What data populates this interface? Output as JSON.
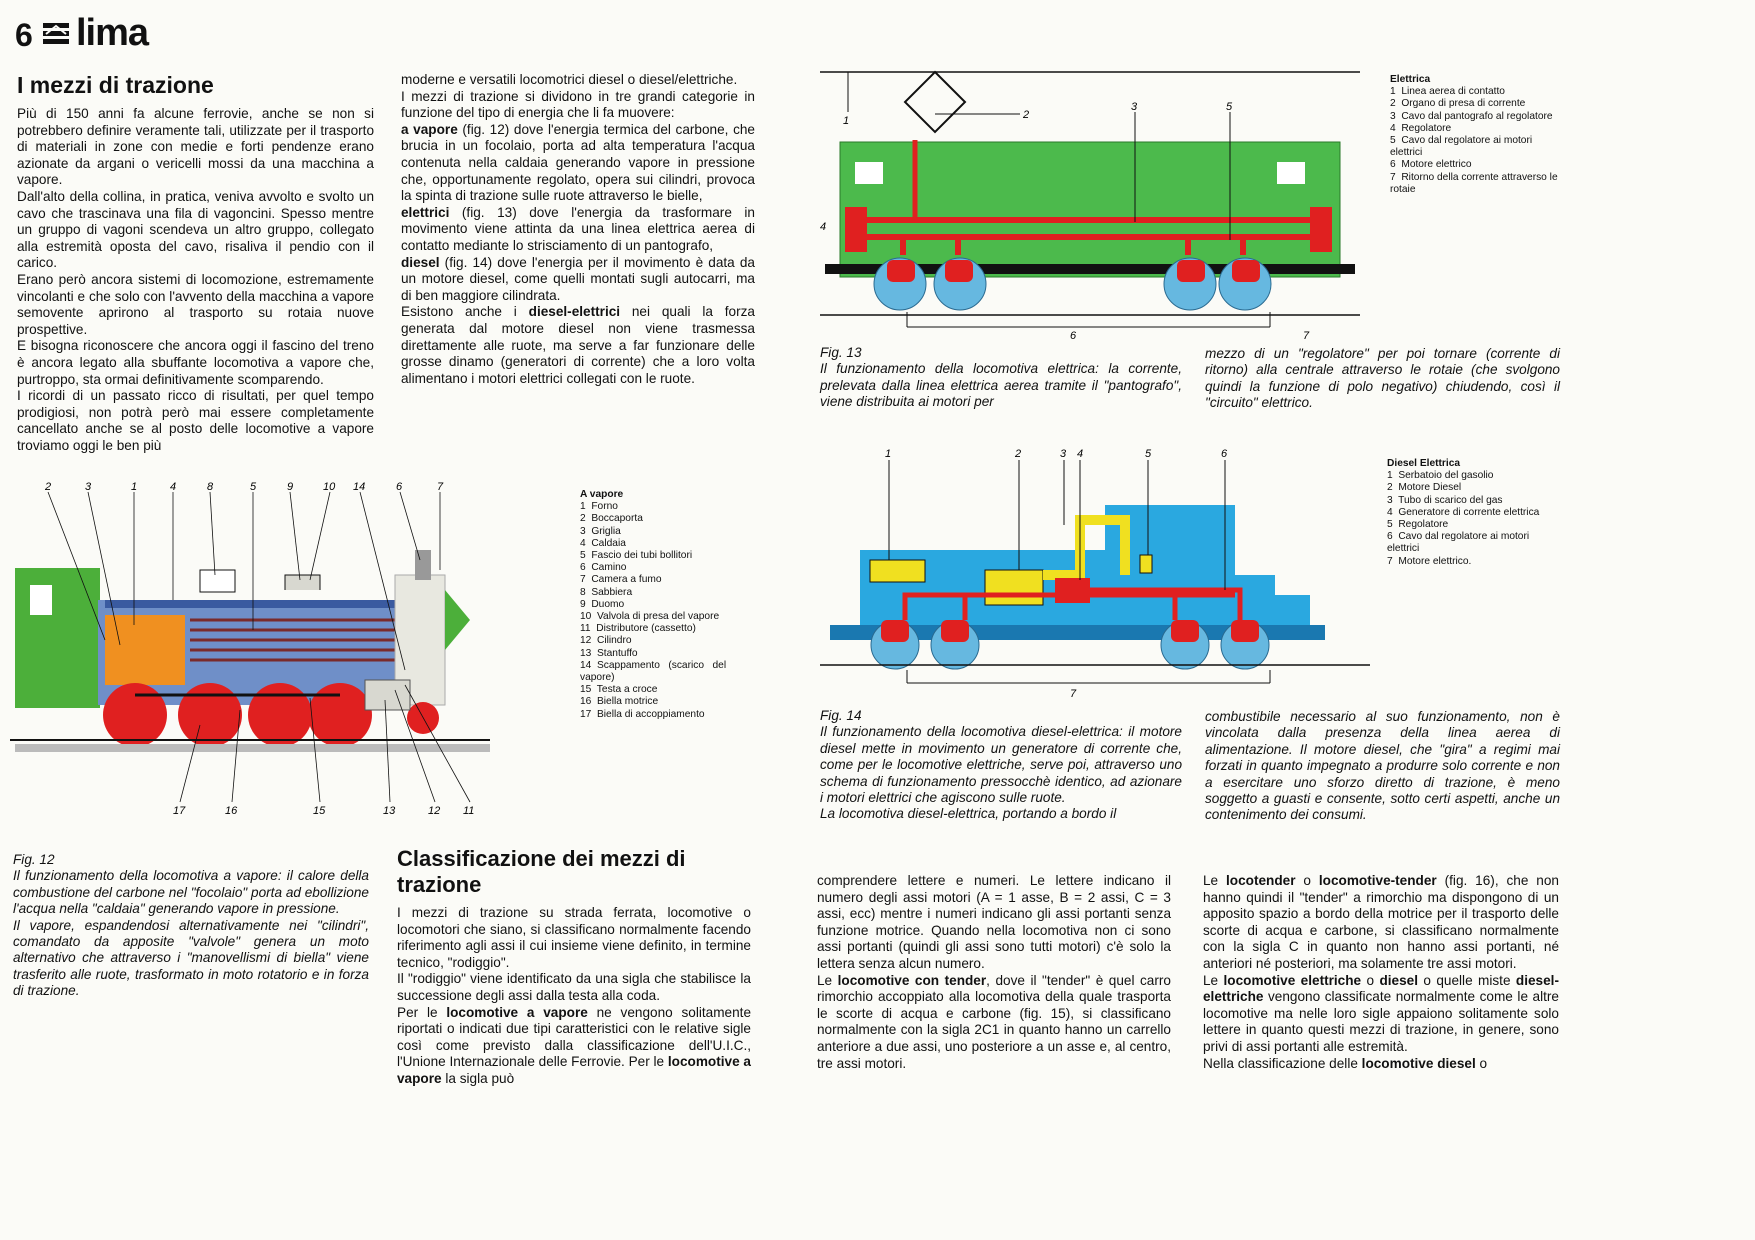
{
  "header": {
    "page_number": "6",
    "logo": "lima"
  },
  "title": "I mezzi di trazione",
  "col1": [
    "Più di 150 anni fa alcune ferrovie, anche se non si potrebbero definire veramente tali, utilizzate per il trasporto di materiali in zone con medie e forti pendenze erano azionate da argani o vericelli mossi da una macchina a vapore.",
    "Dall'alto della collina, in pratica, veniva avvolto e svolto un cavo che trascinava una fila di vagoncini. Spesso mentre un gruppo di vagoni scendeva un altro gruppo, collegato alla estremità oposta del cavo, risaliva il pendio con il carico.",
    "Erano però ancora sistemi di locomozione, estremamente vincolanti e che solo con l'avvento della macchina a vapore semovente aprirono al trasporto su rotaia nuove prospettive.",
    "E bisogna riconoscere che ancora oggi il fascino del treno è ancora legato alla sbuffante locomotiva a vapore che, purtroppo, sta ormai definitivamente scomparendo.",
    "I ricordi di un passato ricco di risultati, per quel tempo prodigiosi, non potrà però mai essere completamente cancellato anche se al posto delle locomotive a vapore troviamo oggi le ben più"
  ],
  "col2": {
    "p1": "moderne e versatili locomotrici diesel o diesel/elettriche.",
    "p2": "I mezzi di trazione si dividono in tre grandi categorie in funzione del tipo di energia che li fa muovere:",
    "steam_b": "a vapore",
    "steam_t": " (fig. 12) dove l'energia termica del carbone, che brucia in un focolaio, porta ad alta temperatura l'acqua contenuta nella caldaia generando vapore in pressione che, opportunamente regolato, opera sui cilindri, provoca la spinta di trazione sulle ruote attraverso le bielle,",
    "elec_b": "elettrici",
    "elec_t": " (fig. 13) dove l'energia da trasformare in movimento viene attinta da una linea elettrica aerea di contatto mediante lo strisciamento di un pantografo,",
    "diesel_b": "diesel",
    "diesel_t": " (fig. 14) dove l'energia per il movimento è data da un motore diesel, come quelli montati sugli autocarri, ma di ben maggiore cilindrata.",
    "de_pre": "Esistono anche i ",
    "de_b": "diesel-elettrici",
    "de_t": " nei quali la forza generata dal motore diesel non viene trasmessa direttamente alle ruote, ma serve a far funzionare delle grosse dinamo (generatori di corrente) che a loro volta alimentano i motori elettrici collegati con le ruote."
  },
  "fig12": {
    "legend_title": "A vapore",
    "legend": [
      "1  Forno",
      "2  Boccaporta",
      "3  Griglia",
      "4  Caldaia",
      "5  Fascio dei tubi bollitori",
      "6  Camino",
      "7  Camera a fumo",
      "8  Sabbiera",
      "9  Duomo",
      "10  Valvola di presa del vapore",
      "11  Distributore (cassetto)",
      "12  Cilindro",
      "13  Stantuffo",
      "14  Scappamento   (scarico   del vapore)",
      "15  Testa a croce",
      "16  Biella motrice",
      "17  Biella di accoppiamento"
    ],
    "callouts_top": [
      "2",
      "3",
      "1",
      "4",
      "8",
      "5",
      "9",
      "10",
      "14",
      "6",
      "7"
    ],
    "callouts_bottom": [
      "17",
      "16",
      "15",
      "13",
      "12",
      "11"
    ],
    "caption_label": "Fig. 12",
    "caption": "Il funzionamento della locomotiva a vapore: il calore della combustione del carbone nel \"focolaio\" porta ad ebollizione l'acqua nella \"caldaia\" generando vapore in pressione.",
    "caption2": "Il vapore, espandendosi alternativamente nei \"cilindri\", comandato da apposite \"valvole\" genera un moto alternativo che attraverso i \"manovellismi di biella\" viene trasferito alle ruote, trasformato in moto rotatorio e in forza di trazione.",
    "colors": {
      "cab": "#4caf3a",
      "boiler": "#6f8fc8",
      "wheels": "#e02020",
      "fire": "#f09020",
      "smokebox": "#e8e8e0"
    }
  },
  "fig13": {
    "legend_title": "Elettrica",
    "legend": [
      "1  Linea aerea di contatto",
      "2  Organo di presa di corrente",
      "3  Cavo dal pantografo al regolatore",
      "4  Regolatore",
      "5  Cavo dal regolatore ai motori elettrici",
      "6  Motore elettrico",
      "7  Ritorno della corrente attraverso le rotaie"
    ],
    "callouts": [
      "1",
      "2",
      "3",
      "5",
      "4",
      "6",
      "7"
    ],
    "caption_label": "Fig. 13",
    "caption": "Il funzionamento della locomotiva elettrica: la corrente, prelevata dalla linea elettrica aerea tramite il \"pantografo\", viene distribuita ai motori per",
    "caption_right": "mezzo di un \"regolatore\" per poi tornare (corrente di ritorno) alla centrale attraverso le rotaie (che svolgono quindi la funzione di polo negativo) chiudendo, così il \"circuito\" elettrico.",
    "colors": {
      "body": "#4cba4c",
      "motors": "#e02020",
      "wheels": "#66b8e0"
    }
  },
  "fig14": {
    "legend_title": "Diesel Elettrica",
    "legend": [
      "1  Serbatoio del gasolio",
      "2  Motore Diesel",
      "3  Tubo di scarico del gas",
      "4  Generatore di corrente elettrica",
      "5  Regolatore",
      "6  Cavo dal regolatore ai motori elettrici",
      "7  Motore elettrico."
    ],
    "callouts": [
      "1",
      "2",
      "3",
      "4",
      "5",
      "6",
      "7"
    ],
    "caption_label": "Fig. 14",
    "caption": "Il funzionamento della locomotiva diesel-elettrica: il motore diesel mette in movimento un generatore di corrente che, come per le locomotive elettriche, serve poi, attraverso uno schema di funzionamento pressocchè identico, ad azionare i motori elettrici che agiscono sulle ruote.",
    "caption2": "La locomotiva diesel-elettrica, portando a bordo il",
    "caption_right": "combustibile necessario al suo funzionamento, non è vincolata dalla presenza della linea aerea di alimentazione. Il motore diesel, che \"gira\" a regimi mai forzati in quanto impegnato a produrre solo corrente e non a esercitare uno sforzo diretto di trazione, è meno soggetto a guasti e consente, sotto certi aspetti, anche un contenimento dei consumi.",
    "colors": {
      "body": "#2aa8e0",
      "engine": "#f0e020",
      "motors": "#e02020"
    }
  },
  "class_title": "Classificazione dei mezzi di trazione",
  "class_col": {
    "p1": "I mezzi di trazione su strada ferrata, locomotive o locomotori che siano, si classificano normalmente facendo riferimento agli assi il cui insieme viene definito, in termine tecnico, \"rodiggio\".",
    "p2": "Il \"rodiggio\" viene identificato da una sigla che stabilisce la successione degli assi dalla testa alla coda.",
    "p3_pre": "Per le ",
    "p3_b": "locomotive a vapore",
    "p3_t": " ne vengono solitamente riportati o indicati due tipi caratteristici con le relative sigle così come previsto dalla classificazione dell'U.I.C., l'Unione Internazionale delle Ferrovie. Per le ",
    "p3_b2": "locomotive a vapore",
    "p3_t2": " la sigla può"
  },
  "col5": {
    "p1": "comprendere lettere e numeri. Le lettere indicano il numero degli assi motori (A = 1 asse, B = 2 assi, C = 3 assi, ecc) mentre i numeri indicano gli assi portanti senza funzione motrice. Quando nella locomotiva non ci sono assi portanti (quindi gli assi sono tutti motori) c'è solo la lettera senza alcun numero.",
    "p2_pre": "Le ",
    "p2_b": "locomotive con tender",
    "p2_t": ", dove il \"tender\" è quel carro rimorchio accoppiato alla locomotiva della quale trasporta le scorte di acqua e carbone (fig. 15), si classificano normalmente con la sigla 2C1 in quanto hanno un carrello anteriore a due assi, uno posteriore a un asse e, al centro, tre assi motori."
  },
  "col6": {
    "p1_pre": "Le ",
    "p1_b": "locotender",
    "p1_m": " o ",
    "p1_b2": "locomotive-tender",
    "p1_t": " (fig. 16), che non hanno quindi il \"tender\" a rimorchio ma dispongono di un apposito spazio a bordo della motrice per il trasporto delle scorte di acqua e carbone, si classificano normalmente con la sigla C in quanto non hanno assi portanti, né anteriori né posteriori, ma solamente tre assi motori.",
    "p2_pre": "Le ",
    "p2_b": "locomotive elettriche",
    "p2_m": " o ",
    "p2_b2": "diesel",
    "p2_m2": " o quelle miste ",
    "p2_b3": "diesel-elettriche",
    "p2_t": " vengono classificate normalmente come le altre locomotive ma nelle loro sigle appaiono solitamente solo lettere in quanto questi mezzi di trazione, in genere, sono privi di assi portanti alle estremità.",
    "p3_pre": "Nella classificazione delle ",
    "p3_b": "locomotive diesel",
    "p3_t": " o"
  }
}
